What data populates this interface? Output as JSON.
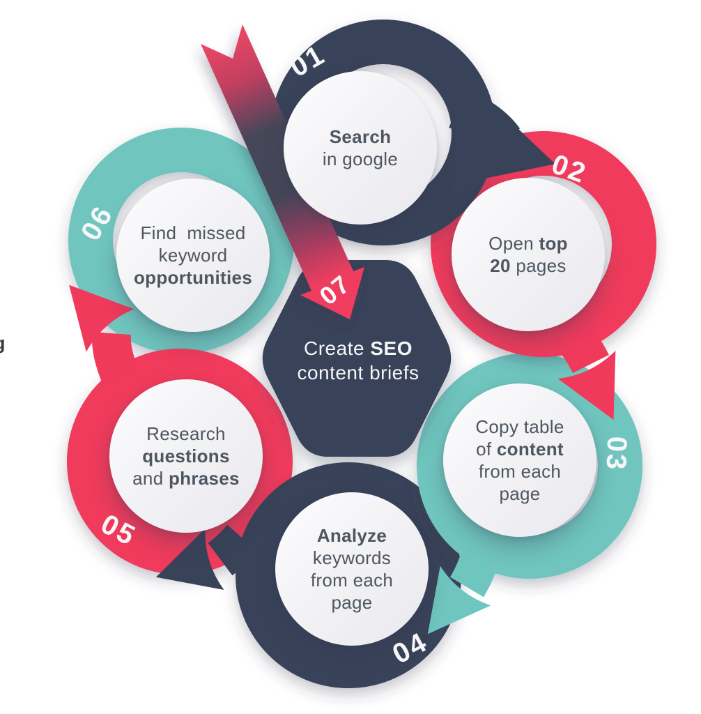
{
  "palette": {
    "navy": "#384259",
    "red": "#F03A5C",
    "teal": "#6FC6BF",
    "circle_text": "#4E565F",
    "number_text": "#F7F7F9",
    "background": "#FFFFFF"
  },
  "title_implicit": "SEO content brief 7-step cycle infographic",
  "center": {
    "number": "07",
    "lines": [
      [
        {
          "t": "Create ",
          "b": false
        },
        {
          "t": "SEO",
          "b": true
        }
      ],
      [
        {
          "t": "content briefs",
          "b": false
        }
      ]
    ]
  },
  "steps": [
    {
      "number": "01",
      "color": "navy",
      "lines": [
        [
          {
            "t": "Search",
            "b": true
          }
        ],
        [
          {
            "t": "in google",
            "b": false
          }
        ]
      ]
    },
    {
      "number": "02",
      "color": "red",
      "lines": [
        [
          {
            "t": "Open ",
            "b": false
          },
          {
            "t": "top",
            "b": true
          }
        ],
        [
          {
            "t": "20",
            "b": true
          },
          {
            "t": " pages",
            "b": false
          }
        ]
      ]
    },
    {
      "number": "03",
      "color": "teal",
      "lines": [
        [
          {
            "t": "Copy table",
            "b": false
          }
        ],
        [
          {
            "t": "of ",
            "b": false
          },
          {
            "t": "content",
            "b": true
          }
        ],
        [
          {
            "t": "from each",
            "b": false
          }
        ],
        [
          {
            "t": "page",
            "b": false
          }
        ]
      ]
    },
    {
      "number": "04",
      "color": "navy",
      "lines": [
        [
          {
            "t": "Analyze",
            "b": true
          }
        ],
        [
          {
            "t": "keywords",
            "b": false
          }
        ],
        [
          {
            "t": "from each",
            "b": false
          }
        ],
        [
          {
            "t": "page",
            "b": false
          }
        ]
      ]
    },
    {
      "number": "05",
      "color": "red",
      "lines": [
        [
          {
            "t": "Research",
            "b": false
          }
        ],
        [
          {
            "t": "questions",
            "b": true
          }
        ],
        [
          {
            "t": "and ",
            "b": false
          },
          {
            "t": "phrases",
            "b": true
          }
        ]
      ]
    },
    {
      "number": "06",
      "color": "teal",
      "lines": [
        [
          {
            "t": "Find  missed",
            "b": false
          }
        ],
        [
          {
            "t": "keyword",
            "b": false
          }
        ],
        [
          {
            "t": "opportunities",
            "b": true
          }
        ]
      ]
    }
  ],
  "edge_fragment": "g"
}
